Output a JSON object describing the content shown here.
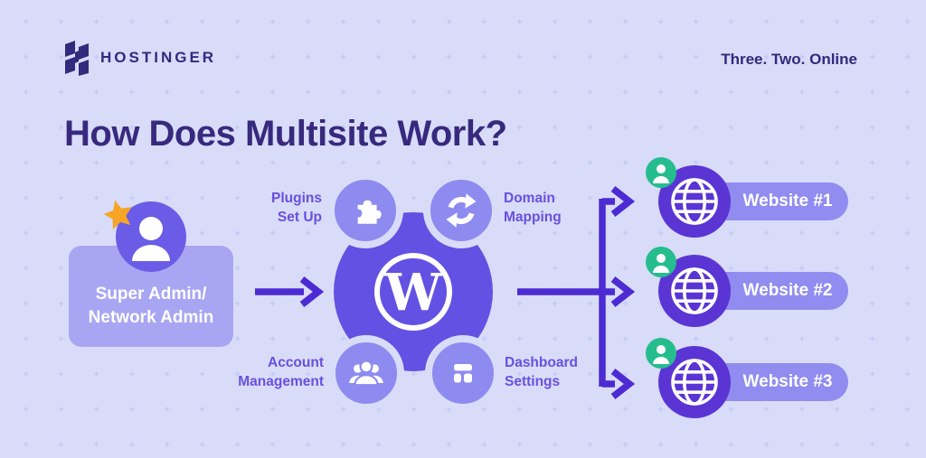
{
  "brand": {
    "name": "HOSTINGER",
    "tagline": "Three. Two. Online"
  },
  "title": "How Does Multisite Work?",
  "admin": {
    "line1": "Super Admin/",
    "line2": "Network Admin"
  },
  "platform": {
    "monogram": "W"
  },
  "features": [
    {
      "line1": "Plugins",
      "line2": "Set Up",
      "icon": "puzzle-icon",
      "position": "top-left"
    },
    {
      "line1": "Domain",
      "line2": "Mapping",
      "icon": "sync-icon",
      "position": "top-right"
    },
    {
      "line1": "Account",
      "line2": "Management",
      "icon": "people-icon",
      "position": "bottom-left"
    },
    {
      "line1": "Dashboard",
      "line2": "Settings",
      "icon": "dashboard-icon",
      "position": "bottom-right"
    }
  ],
  "websites": [
    {
      "label": "Website #1"
    },
    {
      "label": "Website #2"
    },
    {
      "label": "Website #3"
    }
  ],
  "colors": {
    "background": "#d8dcf8",
    "pattern": "#c3cdf4",
    "heading": "#38297e",
    "label_purple": "#6a4fe1",
    "arrow": "#4c2bd3",
    "core_circle": "#6351e3",
    "satellite_circle": "#8d8af0",
    "admin_box": "#a8a6f2",
    "avatar_circle": "#6a5ce6",
    "website_circle": "#5a35d4",
    "pill": "#908cf0",
    "badge_green": "#25bd8e",
    "star_orange": "#f6a526",
    "white": "#ffffff"
  }
}
